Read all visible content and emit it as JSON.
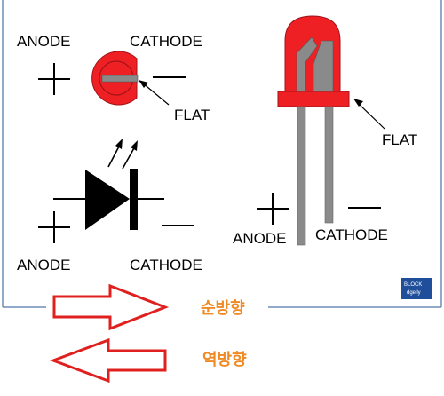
{
  "colors": {
    "led_red": "#ee2024",
    "led_red_dark": "#a01418",
    "leg_gray": "#8a8a8a",
    "frame_line": "#6f8db8",
    "arrow_outline": "#e0201e",
    "korean_text": "#f08a24",
    "logo_bg": "#1f4e9a"
  },
  "symbol_top": {
    "anode_label": "ANODE",
    "cathode_label": "CATHODE",
    "plus_sign": "+",
    "minus_sign": "—",
    "flat_label": "FLAT"
  },
  "diode_symbol": {
    "anode_label": "ANODE",
    "cathode_label": "CATHODE",
    "plus_sign": "+",
    "minus_sign": "—",
    "light_icon": "light-emission-arrows-icon"
  },
  "led_side": {
    "flat_label": "FLAT",
    "anode_label": "ANODE",
    "cathode_label": "CATHODE",
    "plus_sign": "+",
    "minus_sign": "—"
  },
  "logo": {
    "line1": "BLOCK",
    "line2": "dgelly"
  },
  "legend": {
    "forward": {
      "icon": "arrow-right-icon",
      "label": "순방향"
    },
    "reverse": {
      "icon": "arrow-left-icon",
      "label": "역방향"
    }
  }
}
